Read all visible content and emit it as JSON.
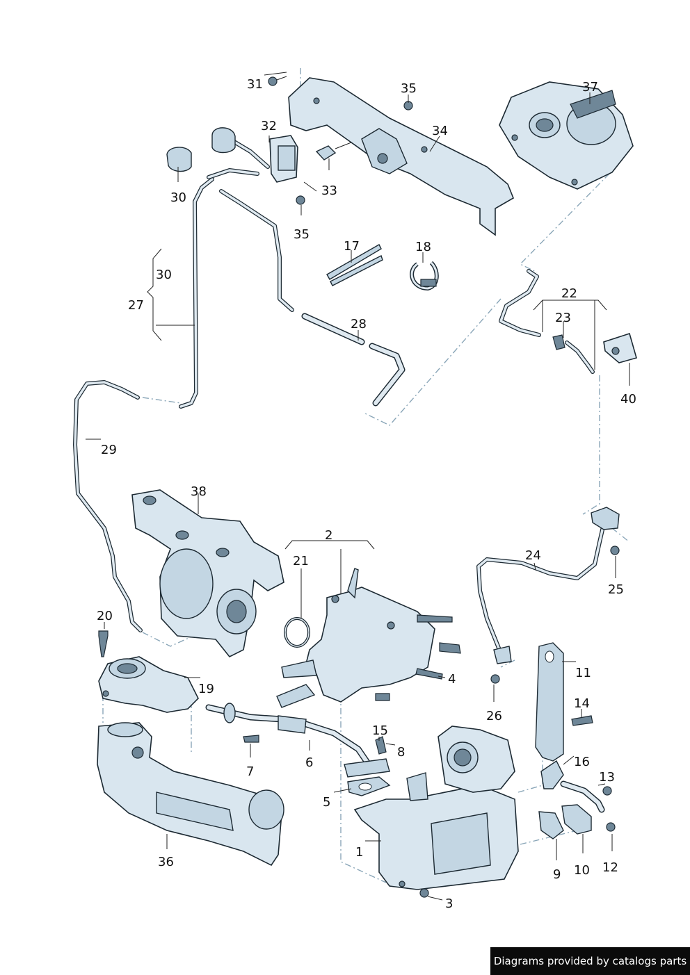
{
  "labels": {
    "l1": "1",
    "l2": "2",
    "l3": "3",
    "l4": "4",
    "l5": "5",
    "l6": "6",
    "l7": "7",
    "l8": "8",
    "l9": "9",
    "l10": "10",
    "l11": "11",
    "l12": "12",
    "l13": "13",
    "l14": "14",
    "l15": "15",
    "l16": "16",
    "l17": "17",
    "l18": "18",
    "l19": "19",
    "l20": "20",
    "l21": "21",
    "l22": "22",
    "l23": "23",
    "l24": "24",
    "l25": "25",
    "l26": "26",
    "l27": "27",
    "l28": "28",
    "l29": "29",
    "l30a": "30",
    "l30b": "30",
    "l31": "31",
    "l32": "32",
    "l33": "33",
    "l34": "34",
    "l35a": "35",
    "l35b": "35",
    "l36": "36",
    "l37": "37",
    "l38": "38",
    "l40": "40"
  },
  "footer": {
    "credit": "Diagrams provided by catalogs parts"
  },
  "colors": {
    "part_fill": "#d9e6ef",
    "outline": "#1d2a33",
    "dash_line": "#8aa6b8",
    "footer_bg": "#0b0b0b"
  }
}
